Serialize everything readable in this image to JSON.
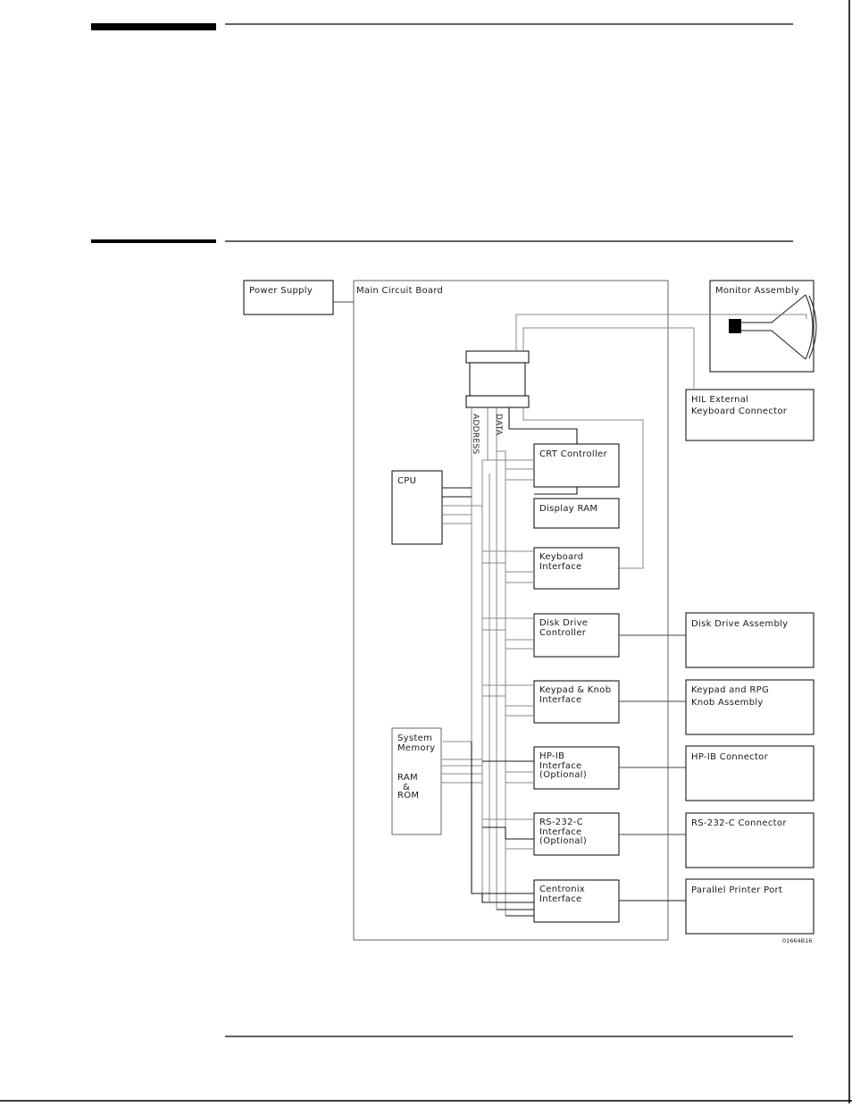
{
  "diagram": {
    "power_supply": "Power Supply",
    "main_board": "Main Circuit Board",
    "monitor": "Monitor Assembly",
    "hil_keyboard": [
      "HIL External",
      "Keyboard Connector"
    ],
    "address_bus": "ADDRESS",
    "data_bus": "DATA",
    "cpu": "CPU",
    "crt_controller": "CRT Controller",
    "display_ram": "Display RAM",
    "keyboard_interface": [
      "Keyboard",
      "Interface"
    ],
    "disk_controller": [
      "Disk Drive",
      "Controller"
    ],
    "keypad_interface": [
      "Keypad & Knob",
      "Interface"
    ],
    "system_memory": [
      "System",
      "Memory",
      "RAM",
      "&",
      "ROM"
    ],
    "hpib_interface": [
      "HP-IB",
      "Interface",
      "(Optional)"
    ],
    "rs232_interface": [
      "RS-232-C",
      "Interface",
      "(Optional)"
    ],
    "centronix_interface": [
      "Centronix",
      "Interface"
    ],
    "disk_assembly": "Disk Drive Assembly",
    "keypad_assembly": [
      "Keypad and RPG",
      "Knob Assembly"
    ],
    "hpib_connector": "HP-IB Connector",
    "rs232_connector": "RS-232-C Connector",
    "printer_port": "Parallel Printer Port",
    "figure_code": "01664B16"
  }
}
